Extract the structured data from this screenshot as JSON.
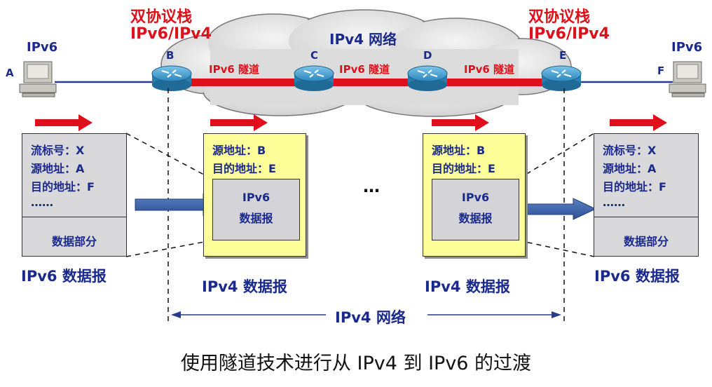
{
  "top": {
    "dual_stack_left": "双协议栈",
    "dual_stack_left_sub": "IPv6/IPv4",
    "dual_stack_right": "双协议栈",
    "dual_stack_right_sub": "IPv6/IPv4",
    "cloud_label": "IPv4 网络"
  },
  "hosts": {
    "a_label": "A",
    "a_proto": "IPv6",
    "f_label": "F",
    "f_proto": "IPv6"
  },
  "routers": {
    "b": "B",
    "c": "C",
    "d": "D",
    "e": "E"
  },
  "tunnels": [
    "IPv6 隧道",
    "IPv6 隧道",
    "IPv6 隧道"
  ],
  "left_packet": {
    "lines": [
      "流标号：X",
      "源地址：A",
      "目的地址：F",
      "……"
    ],
    "data_part": "数据部分",
    "caption": "IPv6 数据报"
  },
  "right_packet": {
    "lines": [
      "流标号：X",
      "源地址：A",
      "目的地址：F",
      "……"
    ],
    "data_part": "数据部分",
    "caption": "IPv6 数据报"
  },
  "mid_packet_left": {
    "lines": [
      "源地址：B",
      "目的地址：E"
    ],
    "inner_line1": "IPv6",
    "inner_line2": "数据报",
    "caption": "IPv4 数据报"
  },
  "mid_packet_right": {
    "lines": [
      "源地址：B",
      "目的地址：E"
    ],
    "inner_line1": "IPv6",
    "inner_line2": "数据报",
    "caption": "IPv4 数据报"
  },
  "ellipsis": "…",
  "bottom_network": "IPv4 网络",
  "footer_title": "使用隧道技术进行从 IPv4 到 IPv6 的过渡",
  "colors": {
    "red": "#e0101a",
    "navy": "#1a2a8c",
    "link": "#2a3a8c",
    "router": "#2a7fb0",
    "yellow": "#ffff99",
    "gray": "#d9d9dc"
  }
}
